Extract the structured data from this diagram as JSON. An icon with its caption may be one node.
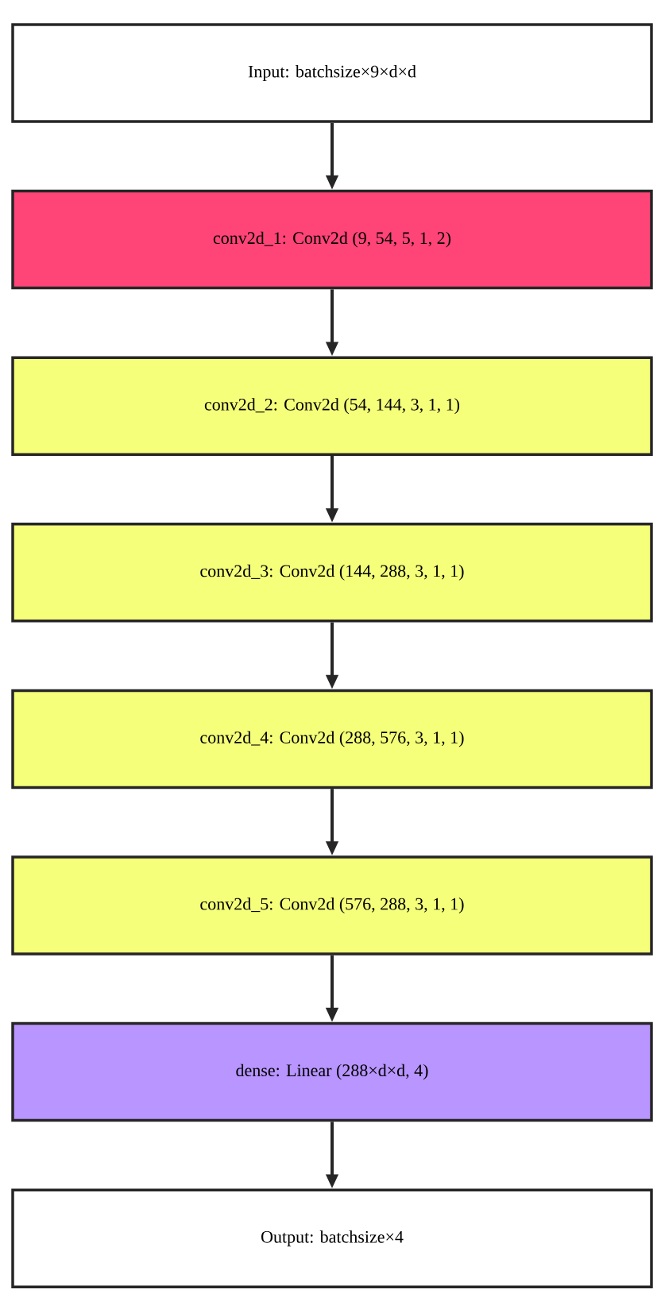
{
  "diagram": {
    "nodes": [
      {
        "text": [
          "Input: batchsize×9×d×d"
        ]
      },
      {
        "text": [
          "conv2d_1: Conv2d (9, 54, 5, 1, 2)"
        ]
      },
      {
        "text": [
          "conv2d_2: Conv2d (54, 144, 3, 1, 1)"
        ]
      },
      {
        "text": [
          "conv2d_3: Conv2d (144, 288, 3, 1, 1)"
        ]
      },
      {
        "text": [
          "conv2d_4: Conv2d (288, 576, 3, 1, 1)"
        ]
      },
      {
        "text": [
          "conv2d_5: Conv2d (576, 288, 3, 1, 1)"
        ]
      },
      {
        "text": [
          "dense: Linear (288×d×d, 4)"
        ]
      },
      {
        "text": [
          "Output: batchsize×4"
        ]
      }
    ],
    "edges": [
      {
        "from": 0,
        "to": 1,
        "arrow": "to"
      },
      {
        "from": 1,
        "to": 2,
        "arrow": "to"
      },
      {
        "from": 2,
        "to": 3,
        "arrow": "to"
      },
      {
        "from": 3,
        "to": 4,
        "arrow": "to"
      },
      {
        "from": 4,
        "to": 5,
        "arrow": "to"
      },
      {
        "from": 5,
        "to": 6,
        "arrow": "to"
      },
      {
        "from": 6,
        "to": 7,
        "arrow": "to"
      }
    ]
  }
}
